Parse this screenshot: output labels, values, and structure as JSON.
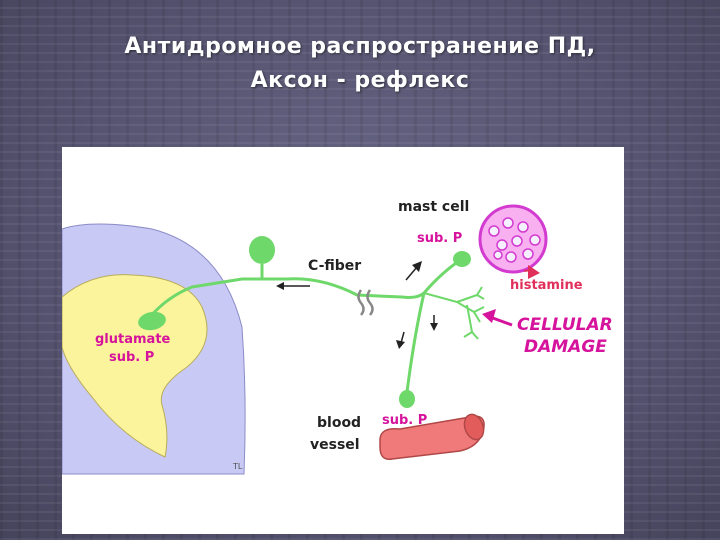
{
  "slide": {
    "title_line1": "Антидромное распространение ПД,",
    "title_line2": "Аксон - рефлекс"
  },
  "diagram": {
    "labels": {
      "mast_cell": "mast cell",
      "sub_p_mast": "sub. P",
      "c_fiber": "C-fiber",
      "histamine": "histamine",
      "cellular": "CELLULAR",
      "damage": "DAMAGE",
      "glutamate": "glutamate",
      "sub_p_cord": "sub. P",
      "blood": "blood",
      "vessel": "vessel",
      "sub_p_vessel": "sub. P",
      "initials": "TL"
    },
    "colors": {
      "gray_matter": "#c9c9f5",
      "dorsal_horn": "#fcf49c",
      "fiber": "#6fd86a",
      "mast_cell_fill": "#f9b0f0",
      "mast_cell_stroke": "#d23ad0",
      "label_magenta": "#d6139c",
      "histamine_red": "#e0305a",
      "blood_vessel": "#f07a7a"
    }
  }
}
